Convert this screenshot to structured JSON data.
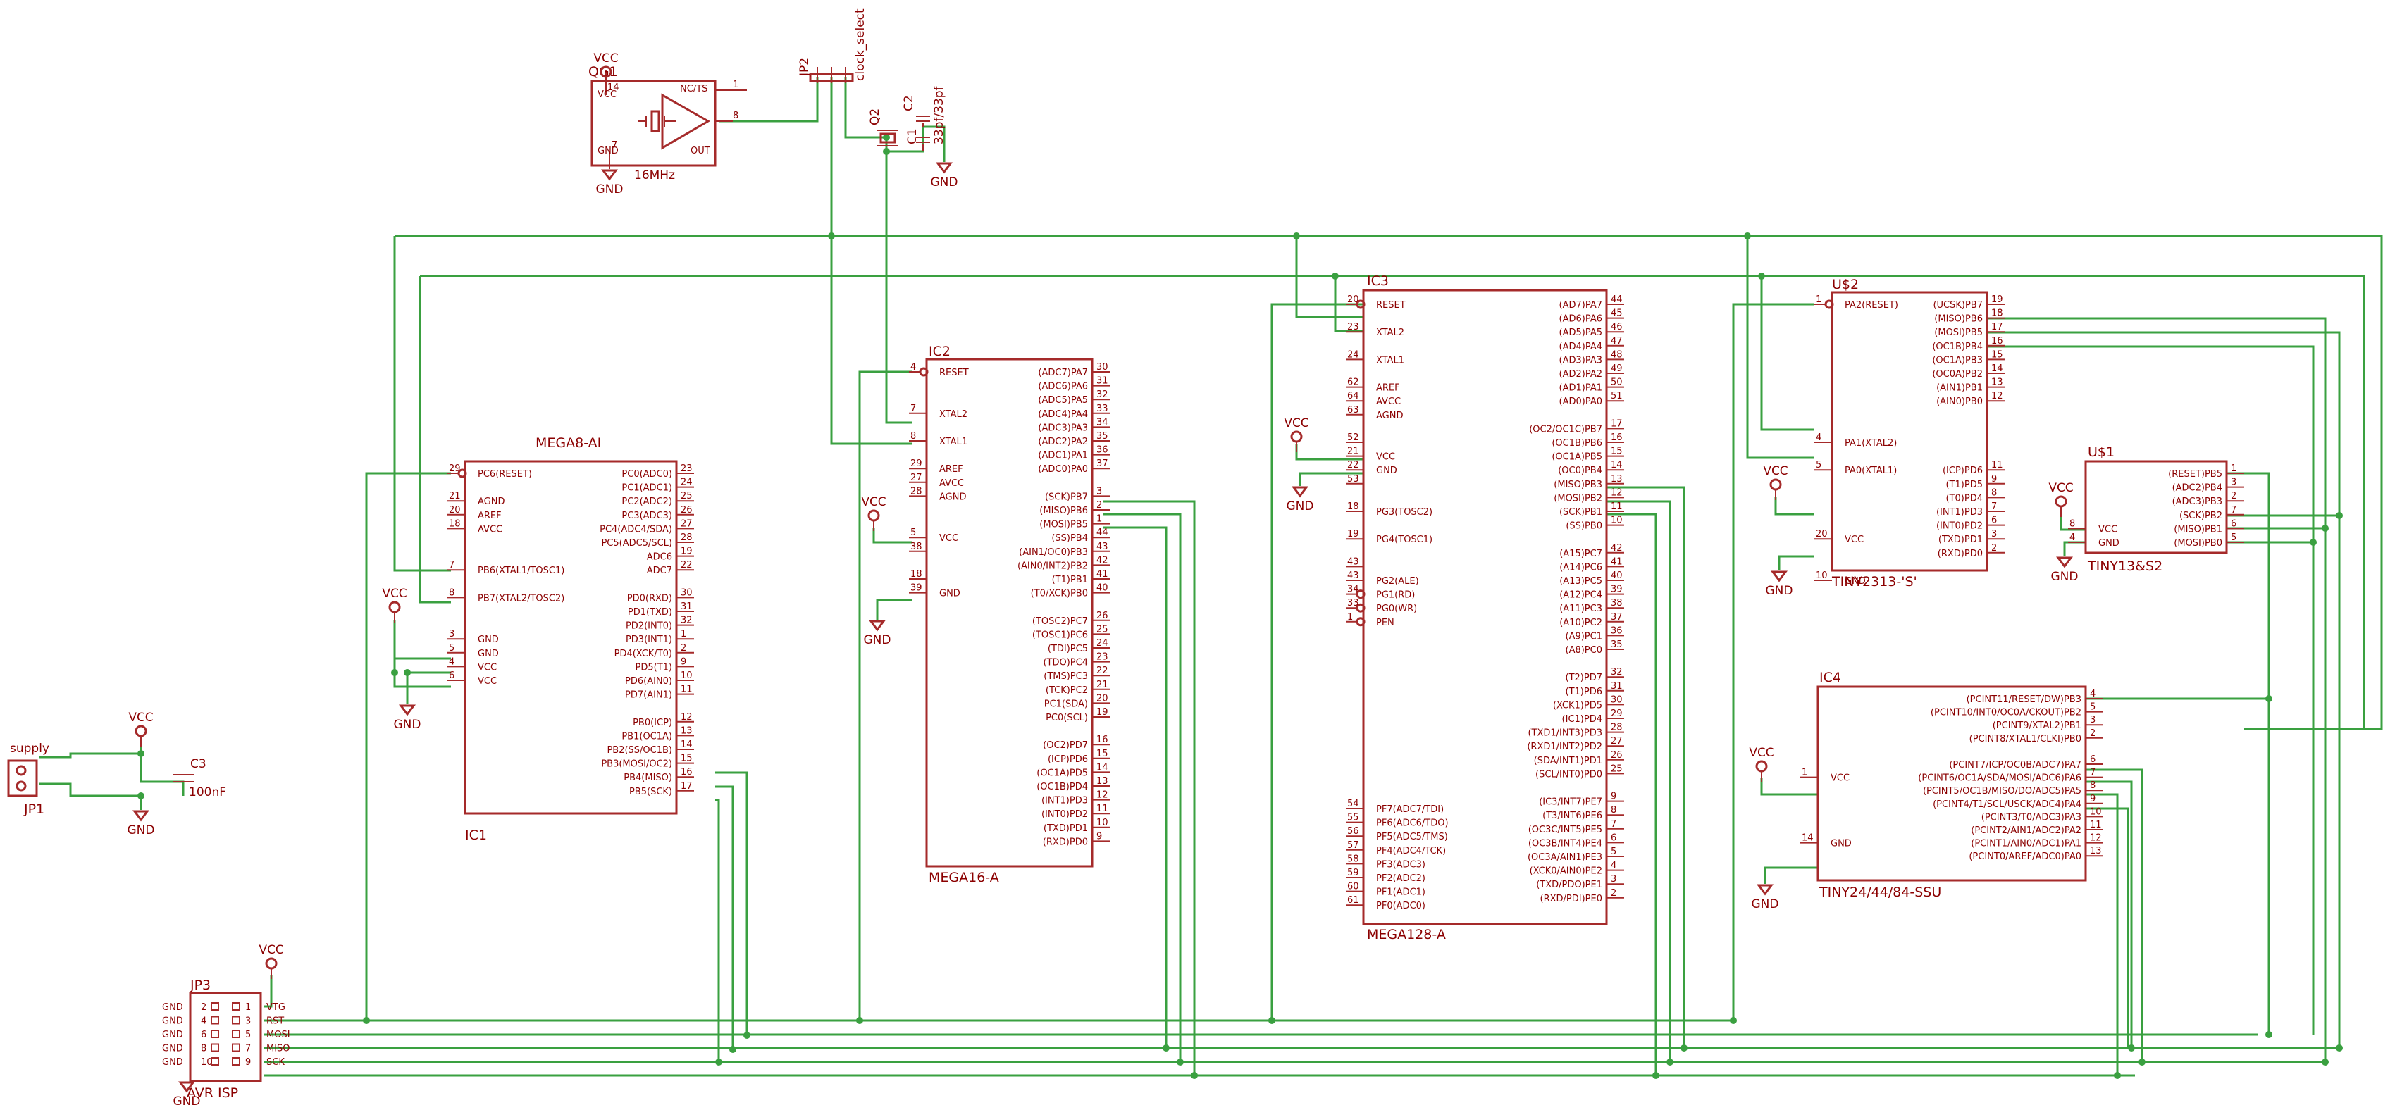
{
  "chips": [
    {
      "name": "MEGA8-AI",
      "ref": "IC1",
      "left": [
        {
          "n": "PC6(RESET)",
          "p": "29",
          "circle": true
        },
        {
          "n": "",
          "p": ""
        },
        {
          "n": "AGND",
          "p": "21"
        },
        {
          "n": "AREF",
          "p": "20"
        },
        {
          "n": "AVCC",
          "p": "18"
        },
        {
          "n": "",
          "p": ""
        },
        {
          "n": "",
          "p": ""
        },
        {
          "n": "PB6(XTAL1/TOSC1)",
          "p": "7"
        },
        {
          "n": "",
          "p": ""
        },
        {
          "n": "PB7(XTAL2/TOSC2)",
          "p": "8"
        },
        {
          "n": "",
          "p": ""
        },
        {
          "n": "",
          "p": ""
        },
        {
          "n": "GND",
          "p": "3"
        },
        {
          "n": "GND",
          "p": "5"
        },
        {
          "n": "VCC",
          "p": "4"
        },
        {
          "n": "VCC",
          "p": "6"
        }
      ],
      "right": [
        {
          "n": "PC0(ADC0)",
          "p": "23"
        },
        {
          "n": "PC1(ADC1)",
          "p": "24"
        },
        {
          "n": "PC2(ADC2)",
          "p": "25"
        },
        {
          "n": "PC3(ADC3)",
          "p": "26"
        },
        {
          "n": "PC4(ADC4/SDA)",
          "p": "27"
        },
        {
          "n": "PC5(ADC5/SCL)",
          "p": "28"
        },
        {
          "n": "ADC6",
          "p": "19"
        },
        {
          "n": "ADC7",
          "p": "22"
        },
        {
          "n": "",
          "p": ""
        },
        {
          "n": "PD0(RXD)",
          "p": "30"
        },
        {
          "n": "PD1(TXD)",
          "p": "31"
        },
        {
          "n": "PD2(INT0)",
          "p": "32"
        },
        {
          "n": "PD3(INT1)",
          "p": "1"
        },
        {
          "n": "PD4(XCK/T0)",
          "p": "2"
        },
        {
          "n": "PD5(T1)",
          "p": "9"
        },
        {
          "n": "PD6(AIN0)",
          "p": "10"
        },
        {
          "n": "PD7(AIN1)",
          "p": "11"
        },
        {
          "n": "",
          "p": ""
        },
        {
          "n": "PB0(ICP)",
          "p": "12"
        },
        {
          "n": "PB1(OC1A)",
          "p": "13"
        },
        {
          "n": "PB2(SS/OC1B)",
          "p": "14"
        },
        {
          "n": "PB3(MOSI/OC2)",
          "p": "15"
        },
        {
          "n": "PB4(MISO)",
          "p": "16"
        },
        {
          "n": "PB5(SCK)",
          "p": "17"
        }
      ]
    },
    {
      "name": "IC2",
      "ref": "MEGA16-A",
      "left": [
        {
          "n": "RESET",
          "p": "4",
          "circle": true
        },
        {
          "n": "",
          "p": ""
        },
        {
          "n": "",
          "p": ""
        },
        {
          "n": "XTAL2",
          "p": "7"
        },
        {
          "n": "",
          "p": ""
        },
        {
          "n": "XTAL1",
          "p": "8"
        },
        {
          "n": "",
          "p": ""
        },
        {
          "n": "AREF",
          "p": "29"
        },
        {
          "n": "AVCC",
          "p": "27"
        },
        {
          "n": "AGND",
          "p": "28"
        },
        {
          "n": "",
          "p": ""
        },
        {
          "n": "",
          "p": ""
        },
        {
          "n": "VCC",
          "p": "5"
        },
        {
          "n": "",
          "p": "38"
        },
        {
          "n": "",
          "p": ""
        },
        {
          "n": "",
          "p": "18"
        },
        {
          "n": "GND",
          "p": "39"
        }
      ],
      "right": [
        {
          "n": "(ADC7)PA7",
          "p": "30"
        },
        {
          "n": "(ADC6)PA6",
          "p": "31"
        },
        {
          "n": "(ADC5)PA5",
          "p": "32"
        },
        {
          "n": "(ADC4)PA4",
          "p": "33"
        },
        {
          "n": "(ADC3)PA3",
          "p": "34"
        },
        {
          "n": "(ADC2)PA2",
          "p": "35"
        },
        {
          "n": "(ADC1)PA1",
          "p": "36"
        },
        {
          "n": "(ADC0)PA0",
          "p": "37"
        },
        {
          "n": "",
          "p": ""
        },
        {
          "n": "(SCK)PB7",
          "p": "3"
        },
        {
          "n": "(MISO)PB6",
          "p": "2"
        },
        {
          "n": "(MOSI)PB5",
          "p": "1"
        },
        {
          "n": "(SS)PB4",
          "p": "44"
        },
        {
          "n": "(AIN1/OC0)PB3",
          "p": "43"
        },
        {
          "n": "(AIN0/INT2)PB2",
          "p": "42"
        },
        {
          "n": "(T1)PB1",
          "p": "41"
        },
        {
          "n": "(T0/XCK)PB0",
          "p": "40"
        },
        {
          "n": "",
          "p": ""
        },
        {
          "n": "(TOSC2)PC7",
          "p": "26"
        },
        {
          "n": "(TOSC1)PC6",
          "p": "25"
        },
        {
          "n": "(TDI)PC5",
          "p": "24"
        },
        {
          "n": "(TDO)PC4",
          "p": "23"
        },
        {
          "n": "(TMS)PC3",
          "p": "22"
        },
        {
          "n": "(TCK)PC2",
          "p": "21"
        },
        {
          "n": "PC1(SDA)",
          "p": "20"
        },
        {
          "n": "PC0(SCL)",
          "p": "19"
        },
        {
          "n": "",
          "p": ""
        },
        {
          "n": "(OC2)PD7",
          "p": "16"
        },
        {
          "n": "(ICP)PD6",
          "p": "15"
        },
        {
          "n": "(OC1A)PD5",
          "p": "14"
        },
        {
          "n": "(OC1B)PD4",
          "p": "13"
        },
        {
          "n": "(INT1)PD3",
          "p": "12"
        },
        {
          "n": "(INT0)PD2",
          "p": "11"
        },
        {
          "n": "(TXD)PD1",
          "p": "10"
        },
        {
          "n": "(RXD)PD0",
          "p": "9"
        }
      ]
    },
    {
      "name": "IC3",
      "ref": "MEGA128-A",
      "left": [
        {
          "n": "RESET",
          "p": "20",
          "circle": true
        },
        {
          "n": "",
          "p": ""
        },
        {
          "n": "XTAL2",
          "p": "23"
        },
        {
          "n": "",
          "p": ""
        },
        {
          "n": "XTAL1",
          "p": "24"
        },
        {
          "n": "",
          "p": ""
        },
        {
          "n": "AREF",
          "p": "62"
        },
        {
          "n": "AVCC",
          "p": "64"
        },
        {
          "n": "AGND",
          "p": "63"
        },
        {
          "n": "",
          "p": ""
        },
        {
          "n": "",
          "p": "52"
        },
        {
          "n": "VCC",
          "p": "21"
        },
        {
          "n": "GND",
          "p": "22"
        },
        {
          "n": "",
          "p": "53"
        },
        {
          "n": "",
          "p": ""
        },
        {
          "n": "PG3(TOSC2)",
          "p": "18"
        },
        {
          "n": "",
          "p": ""
        },
        {
          "n": "PG4(TOSC1)",
          "p": "19"
        },
        {
          "n": "",
          "p": ""
        },
        {
          "n": "",
          "p": "43"
        },
        {
          "n": "PG2(ALE)",
          "p": "43"
        },
        {
          "n": "PG1(RD)",
          "p": "34",
          "circle": true
        },
        {
          "n": "PG0(WR)",
          "p": "33",
          "circle": true
        },
        {
          "n": "PEN",
          "p": "1",
          "circle": true
        }
      ],
      "right": [
        {
          "n": "(AD7)PA7",
          "p": "44"
        },
        {
          "n": "(AD6)PA6",
          "p": "45"
        },
        {
          "n": "(AD5)PA5",
          "p": "46"
        },
        {
          "n": "(AD4)PA4",
          "p": "47"
        },
        {
          "n": "(AD3)PA3",
          "p": "48"
        },
        {
          "n": "(AD2)PA2",
          "p": "49"
        },
        {
          "n": "(AD1)PA1",
          "p": "50"
        },
        {
          "n": "(AD0)PA0",
          "p": "51"
        },
        {
          "n": "",
          "p": ""
        },
        {
          "n": "(OC2/OC1C)PB7",
          "p": "17"
        },
        {
          "n": "(OC1B)PB6",
          "p": "16"
        },
        {
          "n": "(OC1A)PB5",
          "p": "15"
        },
        {
          "n": "(OC0)PB4",
          "p": "14"
        },
        {
          "n": "(MISO)PB3",
          "p": "13"
        },
        {
          "n": "(MOSI)PB2",
          "p": "12"
        },
        {
          "n": "(SCK)PB1",
          "p": "11"
        },
        {
          "n": "(SS)PB0",
          "p": "10"
        },
        {
          "n": "",
          "p": ""
        },
        {
          "n": "(A15)PC7",
          "p": "42"
        },
        {
          "n": "(A14)PC6",
          "p": "41"
        },
        {
          "n": "(A13)PC5",
          "p": "40"
        },
        {
          "n": "(A12)PC4",
          "p": "39"
        },
        {
          "n": "(A11)PC3",
          "p": "38"
        },
        {
          "n": "(A10)PC2",
          "p": "37"
        },
        {
          "n": "(A9)PC1",
          "p": "36"
        },
        {
          "n": "(A8)PC0",
          "p": "35"
        },
        {
          "n": "",
          "p": ""
        },
        {
          "n": "(T2)PD7",
          "p": "32"
        },
        {
          "n": "(T1)PD6",
          "p": "31"
        },
        {
          "n": "(XCK1)PD5",
          "p": "30"
        },
        {
          "n": "(IC1)PD4",
          "p": "29"
        },
        {
          "n": "(TXD1/INT3)PD3",
          "p": "28"
        },
        {
          "n": "(RXD1/INT2)PD2",
          "p": "27"
        },
        {
          "n": "(SDA/INT1)PD1",
          "p": "26"
        },
        {
          "n": "(SCL/INT0)PD0",
          "p": "25"
        },
        {
          "n": "",
          "p": ""
        },
        {
          "n": "(IC3/INT7)PE7",
          "p": "9"
        },
        {
          "n": "(T3/INT6)PE6",
          "p": "8"
        },
        {
          "n": "(OC3C/INT5)PE5",
          "p": "7"
        },
        {
          "n": "(OC3B/INT4)PE4",
          "p": "6"
        },
        {
          "n": "(OC3A/AIN1)PE3",
          "p": "5"
        },
        {
          "n": "(XCK0/AIN0)PE2",
          "p": "4"
        },
        {
          "n": "(TXD/PDO)PE1",
          "p": "3"
        },
        {
          "n": "(RXD/PDI)PE0",
          "p": "2"
        }
      ],
      "left_lower": [
        {
          "n": "PF7(ADC7/TDI)",
          "p": "54"
        },
        {
          "n": "PF6(ADC6/TDO)",
          "p": "55"
        },
        {
          "n": "PF5(ADC5/TMS)",
          "p": "56"
        },
        {
          "n": "PF4(ADC4/TCK)",
          "p": "57"
        },
        {
          "n": "PF3(ADC3)",
          "p": "58"
        },
        {
          "n": "PF2(ADC2)",
          "p": "59"
        },
        {
          "n": "PF1(ADC1)",
          "p": "60"
        },
        {
          "n": "PF0(ADC0)",
          "p": "61"
        }
      ]
    },
    {
      "name": "U$2",
      "ref": "TINY2313-'S'",
      "left": [
        {
          "n": "PA2(RESET)",
          "p": "1",
          "circle": true
        },
        {
          "n": "",
          "p": ""
        },
        {
          "n": "",
          "p": ""
        },
        {
          "n": "",
          "p": ""
        },
        {
          "n": "",
          "p": ""
        },
        {
          "n": "",
          "p": ""
        },
        {
          "n": "",
          "p": ""
        },
        {
          "n": "",
          "p": ""
        },
        {
          "n": "",
          "p": ""
        },
        {
          "n": "",
          "p": ""
        },
        {
          "n": "PA1(XTAL2)",
          "p": "4"
        },
        {
          "n": "",
          "p": ""
        },
        {
          "n": "PA0(XTAL1)",
          "p": "5"
        },
        {
          "n": "",
          "p": ""
        },
        {
          "n": "",
          "p": ""
        },
        {
          "n": "",
          "p": ""
        },
        {
          "n": "",
          "p": ""
        },
        {
          "n": "VCC",
          "p": "20"
        },
        {
          "n": "",
          "p": ""
        },
        {
          "n": "",
          "p": ""
        },
        {
          "n": "GND",
          "p": "10"
        }
      ],
      "right": [
        {
          "n": "(UCSK)PB7",
          "p": "19"
        },
        {
          "n": "(MISO)PB6",
          "p": "18"
        },
        {
          "n": "(MOSI)PB5",
          "p": "17"
        },
        {
          "n": "(OC1B)PB4",
          "p": "16"
        },
        {
          "n": "(OC1A)PB3",
          "p": "15"
        },
        {
          "n": "(OC0A)PB2",
          "p": "14"
        },
        {
          "n": "(AIN1)PB1",
          "p": "13"
        },
        {
          "n": "(AIN0)PB0",
          "p": "12"
        },
        {
          "n": "",
          "p": ""
        },
        {
          "n": "",
          "p": ""
        },
        {
          "n": "",
          "p": ""
        },
        {
          "n": "",
          "p": ""
        },
        {
          "n": "(ICP)PD6",
          "p": "11"
        },
        {
          "n": "(T1)PD5",
          "p": "9"
        },
        {
          "n": "(T0)PD4",
          "p": "8"
        },
        {
          "n": "(INT1)PD3",
          "p": "7"
        },
        {
          "n": "(INT0)PD2",
          "p": "6"
        },
        {
          "n": "(TXD)PD1",
          "p": "3"
        },
        {
          "n": "(RXD)PD0",
          "p": "2"
        }
      ]
    },
    {
      "name": "U$1",
      "ref": "TINY13&S2",
      "left": [
        {
          "n": "",
          "p": ""
        },
        {
          "n": "",
          "p": ""
        },
        {
          "n": "",
          "p": ""
        },
        {
          "n": "",
          "p": ""
        },
        {
          "n": "VCC",
          "p": "8"
        },
        {
          "n": "GND",
          "p": "4"
        }
      ],
      "right": [
        {
          "n": "(RESET)PB5",
          "p": "1"
        },
        {
          "n": "(ADC2)PB4",
          "p": "3"
        },
        {
          "n": "(ADC3)PB3",
          "p": "2"
        },
        {
          "n": "(SCK)PB2",
          "p": "7"
        },
        {
          "n": "(MISO)PB1",
          "p": "6"
        },
        {
          "n": "(MOSI)PB0",
          "p": "5"
        }
      ]
    },
    {
      "name": "IC4",
      "ref": "TINY24/44/84-SSU",
      "left": [
        {
          "n": "",
          "p": ""
        },
        {
          "n": "",
          "p": ""
        },
        {
          "n": "",
          "p": ""
        },
        {
          "n": "",
          "p": ""
        },
        {
          "n": "",
          "p": ""
        },
        {
          "n": "",
          "p": ""
        },
        {
          "n": "VCC",
          "p": "1"
        },
        {
          "n": "",
          "p": ""
        },
        {
          "n": "",
          "p": ""
        },
        {
          "n": "",
          "p": ""
        },
        {
          "n": "",
          "p": ""
        },
        {
          "n": "GND",
          "p": "14"
        }
      ],
      "right": [
        {
          "n": "(PCINT11/RESET/DW)PB3",
          "p": "4"
        },
        {
          "n": "(PCINT10/INT0/OC0A/CKOUT)PB2",
          "p": "5"
        },
        {
          "n": "(PCINT9/XTAL2)PB1",
          "p": "3"
        },
        {
          "n": "(PCINT8/XTAL1/CLKI)PB0",
          "p": "2"
        },
        {
          "n": "",
          "p": ""
        },
        {
          "n": "(PCINT7/ICP/OC0B/ADC7)PA7",
          "p": "6"
        },
        {
          "n": "(PCINT6/OC1A/SDA/MOSI/ADC6)PA6",
          "p": "7"
        },
        {
          "n": "(PCINT5/OC1B/MISO/DO/ADC5)PA5",
          "p": "8"
        },
        {
          "n": "(PCINT4/T1/SCL/USCK/ADC4)PA4",
          "p": "9"
        },
        {
          "n": "(PCINT3/T0/ADC3)PA3",
          "p": "10"
        },
        {
          "n": "(PCINT2/AIN1/ADC2)PA2",
          "p": "11"
        },
        {
          "n": "(PCINT1/AIN0/ADC1)PA1",
          "p": "12"
        },
        {
          "n": "(PCINT0/AREF/ADC0)PA0",
          "p": "13"
        }
      ]
    }
  ],
  "labels": {
    "vcc": "VCC",
    "gnd": "GND",
    "qg1": "QG1",
    "osc_freq": "16MHz",
    "osc_vcc": "VCC",
    "osc_gnd": "GND",
    "osc_nc": "NC/TS",
    "osc_out": "OUT",
    "osc_p14": "14",
    "osc_p7": "7",
    "osc_p1": "1",
    "osc_p8": "8",
    "jp2": "JP2",
    "clock_select": "clock_select",
    "q2": "Q2",
    "c1": "C1",
    "c2": "C2",
    "c_val": "33pf/33pf",
    "supply": "supply",
    "jp1": "JP1",
    "c3": "C3",
    "c3_val": "100nF",
    "jp3": "JP3",
    "avr_isp": "AVR ISP",
    "isp_left": [
      "GND",
      "GND",
      "GND",
      "GND",
      "GND"
    ],
    "isp_lnum": [
      "2",
      "4",
      "6",
      "8",
      "10"
    ],
    "isp_rnum": [
      "1",
      "3",
      "5",
      "7",
      "9"
    ],
    "isp_right": [
      "VTG",
      "RST",
      "MOSI",
      "MISO",
      "SCK"
    ]
  },
  "colors": {
    "part": "#a52a2a",
    "wire": "#3aa040",
    "text": "#8b0000"
  }
}
